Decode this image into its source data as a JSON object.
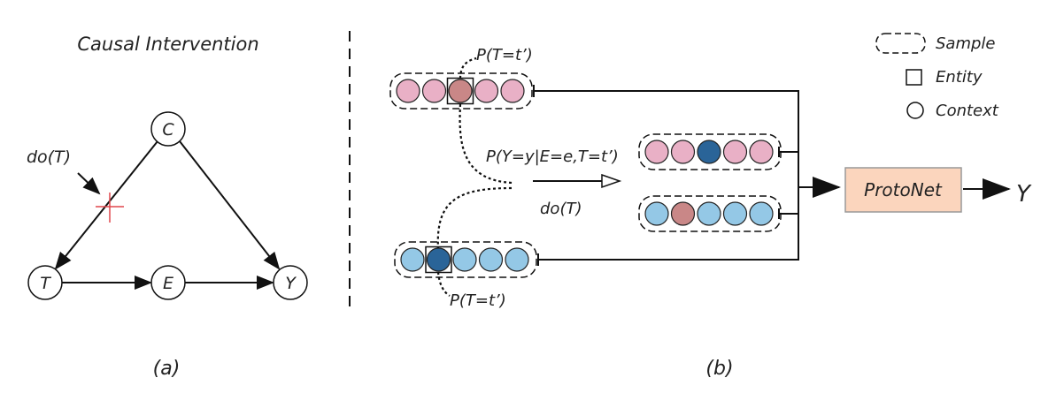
{
  "panel_a": {
    "title": "Causal Intervention",
    "nodes": {
      "c": "C",
      "t": "T",
      "e": "E",
      "y": "Y"
    },
    "intervention_label": "do(T)",
    "caption": "(a)"
  },
  "panel_b": {
    "top_prob": "P(T=t’)",
    "bottom_prob": "P(T=t’)",
    "conditional_prob": "P(Y=y|E=e,T=t’)",
    "do_label": "do(T)",
    "model": "ProtoNet",
    "output": "Y",
    "caption": "(b)",
    "legend": {
      "sample": "Sample",
      "entity": "Entity",
      "context": "Context"
    }
  },
  "colors": {
    "pink": "#E9B0C6",
    "rose": "#C98787",
    "dark_blue": "#2A6498",
    "light_blue": "#94C8E6",
    "protonet_fill": "#FBD5BD",
    "cross": "#E0474C"
  }
}
